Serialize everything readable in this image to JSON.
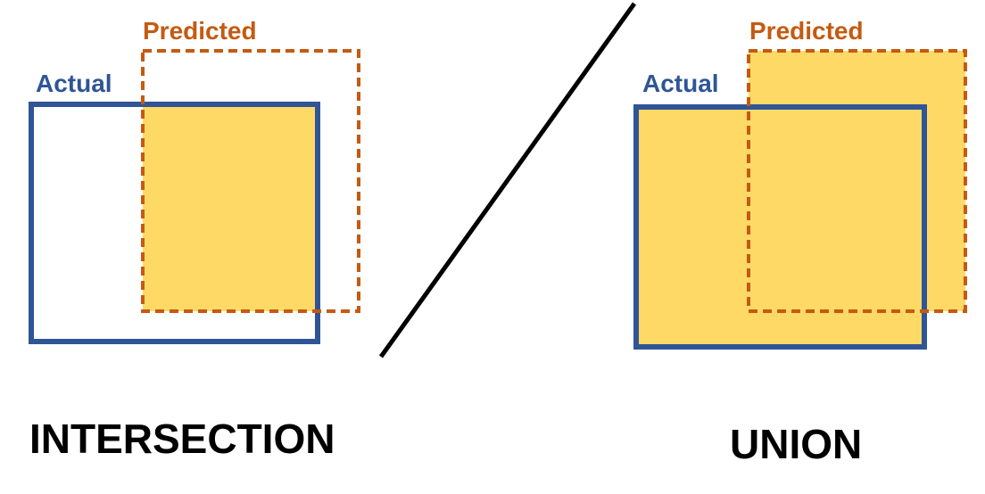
{
  "colors": {
    "actual": "#2f5597",
    "predicted": "#c55a11",
    "fill": "#ffd966",
    "divider": "#000000",
    "caption": "#000000"
  },
  "intersection_panel": {
    "actual_label": "Actual",
    "predicted_label": "Predicted",
    "caption": "INTERSECTION"
  },
  "union_panel": {
    "actual_label": "Actual",
    "predicted_label": "Predicted",
    "caption": "UNION"
  }
}
